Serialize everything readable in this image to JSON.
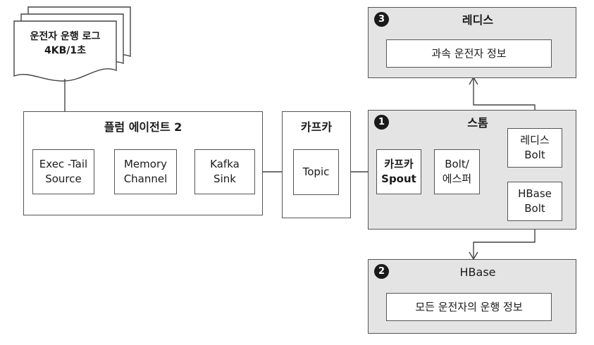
{
  "log_document": {
    "label": "운전자 운행 로그\n4KB/1초"
  },
  "flume": {
    "title": "플럼 에이전트 2",
    "source": "Exec -Tail\nSource",
    "channel": "Memory\nChannel",
    "sink": "Kafka\nSink"
  },
  "kafka": {
    "title": "카프카",
    "topic": "Topic"
  },
  "storm": {
    "badge": "1",
    "title": "스톰",
    "spout": "카프카\nSpout",
    "esper_bolt": "Bolt/\n에스퍼",
    "redis_bolt": "레디스\nBolt",
    "hbase_bolt": "HBase\nBolt"
  },
  "redis": {
    "badge": "3",
    "title": "레디스",
    "content": "과속 운전자 정보"
  },
  "hbase": {
    "badge": "2",
    "title": "HBase",
    "content": "모든 운전자의 운행 정보"
  }
}
